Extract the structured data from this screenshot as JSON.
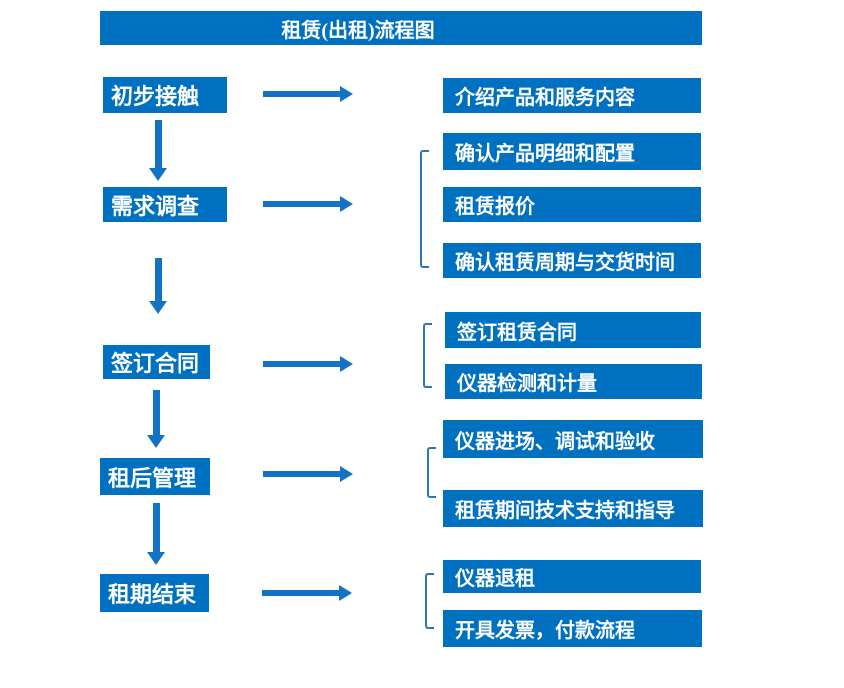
{
  "title": "租赁(出租)流程图",
  "colors": {
    "box_fill": "#0070C0",
    "arrow": "#1273C5",
    "bracket": "#2E75B6",
    "box_text": "#FFFFFF"
  },
  "flow": {
    "steps": [
      {
        "label": "初步接触",
        "outputs": [
          "介绍产品和服务内容"
        ]
      },
      {
        "label": "需求调查",
        "outputs": [
          "确认产品明细和配置",
          "租赁报价",
          "确认租赁周期与交货时间"
        ]
      },
      {
        "label": "签订合同",
        "outputs": [
          "签订租赁合同",
          "仪器检测和计量"
        ]
      },
      {
        "label": "租后管理",
        "outputs": [
          "仪器进场、调试和验收",
          "租赁期间技术支持和指导"
        ]
      },
      {
        "label": "租期结束",
        "outputs": [
          "仪器退租",
          "开具发票，付款流程"
        ]
      }
    ]
  }
}
